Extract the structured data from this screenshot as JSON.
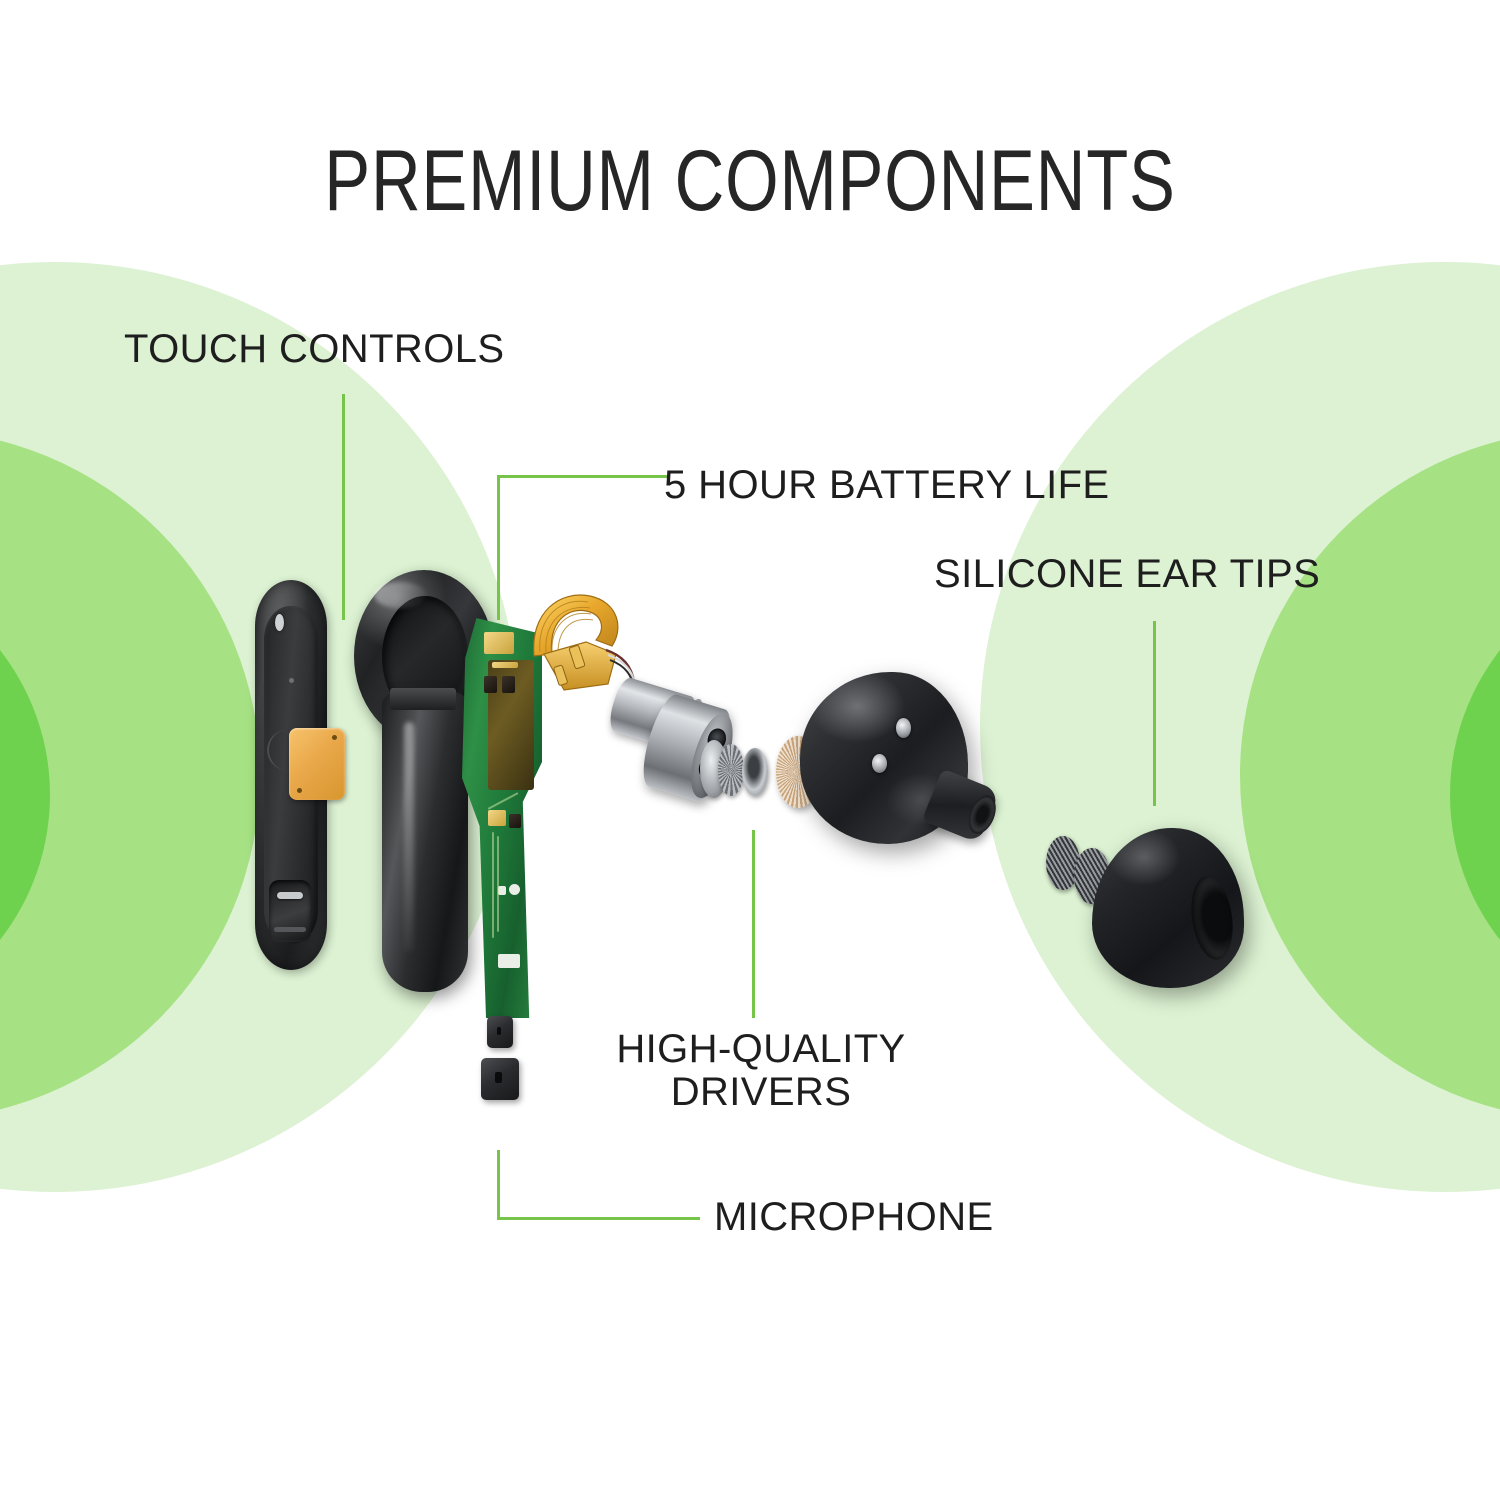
{
  "page": {
    "title": "PREMIUM COMPONENTS",
    "background_color": "#ffffff",
    "text_color": "#1e1e1e"
  },
  "theme": {
    "accent_green": "#6fd24e",
    "mid_green": "#a6e184",
    "light_green": "#dcf2d2",
    "leader_line_green": "#76c44a",
    "body_black": "#232528",
    "pcb_green": "#2e8f46",
    "copper_gold": "#e9a84a"
  },
  "callouts": [
    {
      "id": "touch-controls",
      "label": "TOUCH CONTROLS",
      "leader": "vertical",
      "points_to": "touch-sensor-pad"
    },
    {
      "id": "battery-life",
      "label": "5 HOUR BATTERY LIFE",
      "leader": "elbow-up-right",
      "points_to": "battery-cylinder"
    },
    {
      "id": "silicone-ear-tips",
      "label": "SILICONE EAR TIPS",
      "leader": "vertical",
      "points_to": "silicone-ear-tip"
    },
    {
      "id": "high-quality-drivers",
      "label_line1": "HIGH-QUALITY",
      "label_line2": "DRIVERS",
      "leader": "vertical",
      "points_to": "driver-assembly"
    },
    {
      "id": "microphone",
      "label": "MICROPHONE",
      "leader": "elbow-down-right",
      "points_to": "microphone-modules"
    }
  ],
  "exploded_parts": [
    {
      "name": "back-cover",
      "finish": "glossy black plastic"
    },
    {
      "name": "touch-sensor-pad",
      "finish": "gold copper foil"
    },
    {
      "name": "stem-housing",
      "finish": "glossy black plastic"
    },
    {
      "name": "circuit-board",
      "finish": "green pcb"
    },
    {
      "name": "flex-ribbon-cable",
      "finish": "amber polyimide"
    },
    {
      "name": "battery-cylinder",
      "finish": "brushed chrome"
    },
    {
      "name": "driver-assembly",
      "finish": "silver magnet can"
    },
    {
      "name": "diaphragm-disc",
      "finish": "copper"
    },
    {
      "name": "washer-disc",
      "finish": "steel"
    },
    {
      "name": "earbud-housing",
      "finish": "glossy black"
    },
    {
      "name": "mesh-filter",
      "finish": "steel mesh"
    },
    {
      "name": "silicone-ear-tip",
      "finish": "matte black silicone"
    },
    {
      "name": "microphone-modules",
      "finish": "dark grey"
    }
  ]
}
